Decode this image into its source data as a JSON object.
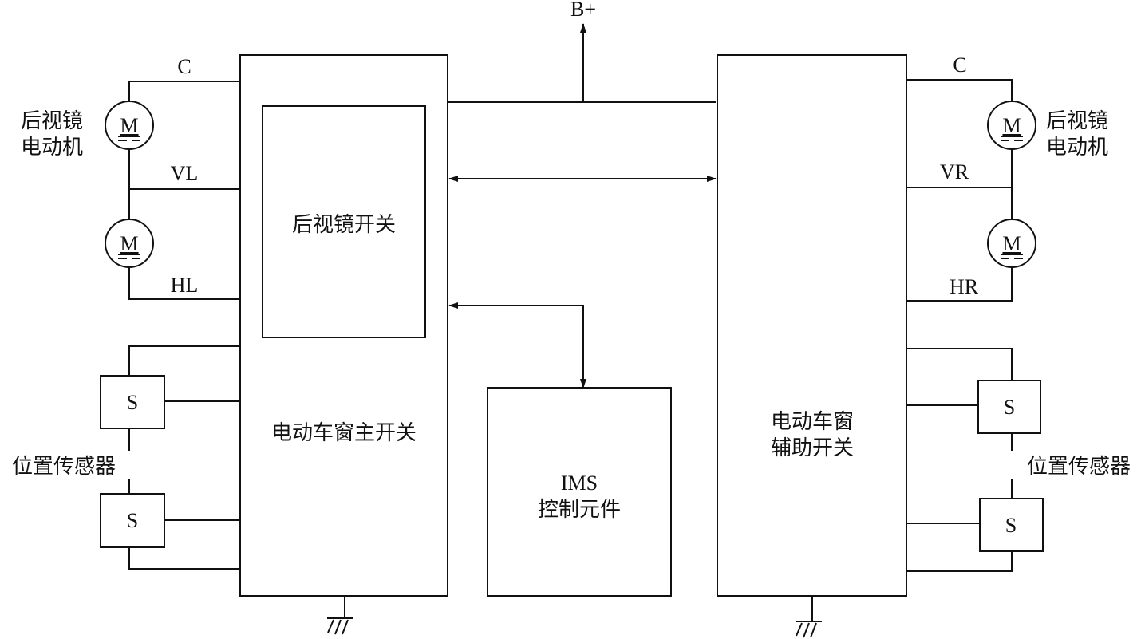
{
  "supply_label": "B+",
  "main_switch": {
    "label": "电动车窗主开关"
  },
  "mirror_switch": {
    "label": "后视镜开关"
  },
  "ims": {
    "line1": "IMS",
    "line2": "控制元件"
  },
  "aux_switch": {
    "line1": "电动车窗",
    "line2": "辅助开关"
  },
  "left": {
    "motor_label_1": "后视镜",
    "motor_label_2": "电动机",
    "wire_c": "C",
    "wire_v": "VL",
    "wire_h": "HL",
    "sensor_label": "位置传感器"
  },
  "right": {
    "motor_label_1": "后视镜",
    "motor_label_2": "电动机",
    "wire_c": "C",
    "wire_v": "VR",
    "wire_h": "HR",
    "sensor_label": "位置传感器"
  },
  "motor_symbol": "M",
  "sensor_symbol": "S"
}
